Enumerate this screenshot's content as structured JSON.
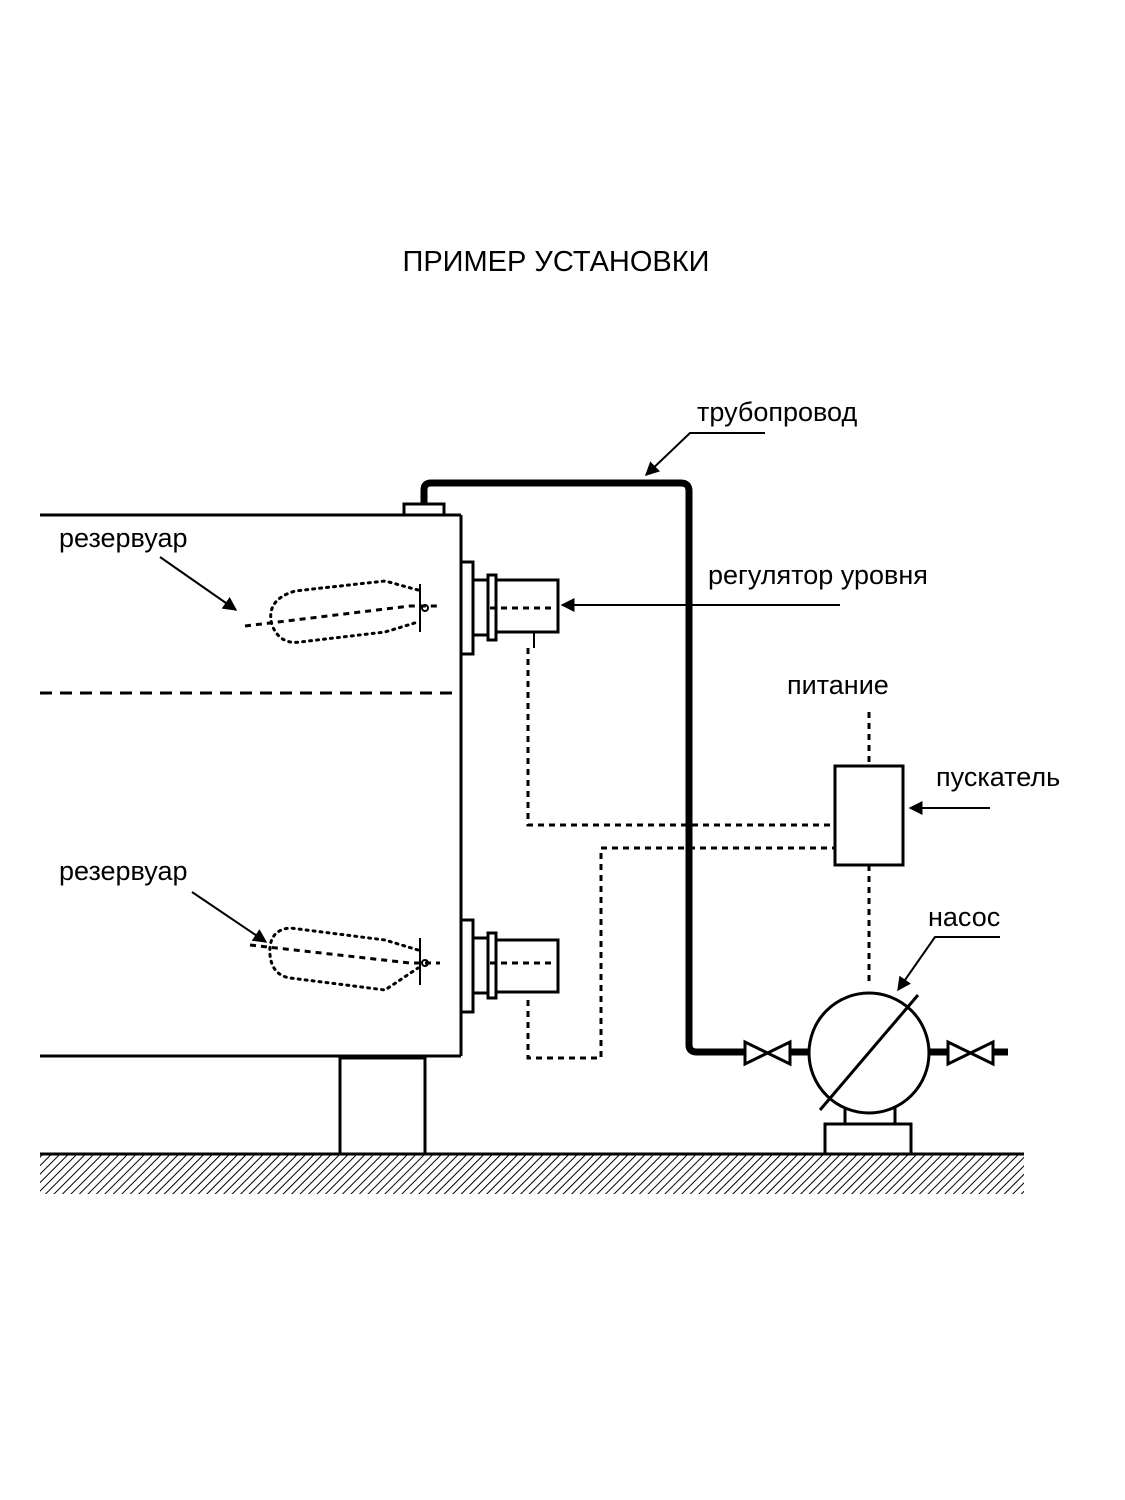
{
  "title": "ПРИМЕР УСТАНОВКИ",
  "labels": {
    "pipeline": "трубопровод",
    "level_regulator": "регулятор уровня",
    "reservoir_top": "резервуар",
    "reservoir_bottom": "резервуар",
    "power": "питание",
    "starter": "пускатель",
    "pump": "насос"
  }
}
